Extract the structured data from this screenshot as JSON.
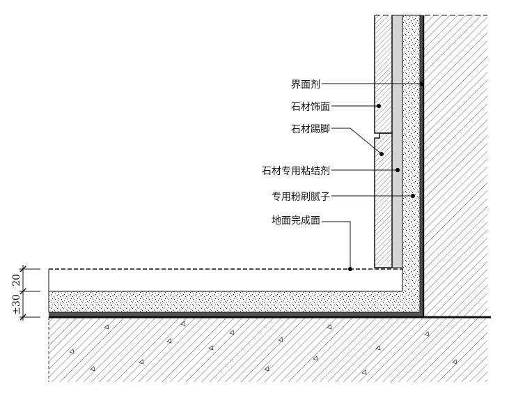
{
  "title": "石材踢脚构造详图",
  "labels": {
    "interface_agent": "界面剂",
    "stone_facing": "石材饰面",
    "stone_skirting": "石材踢脚",
    "stone_adhesive": "石材专用粘结剂",
    "plaster_putty": "专用粉刷腻子",
    "finished_floor": "地面完成面"
  },
  "dimensions": {
    "upper": "20",
    "lower": "±30"
  },
  "colors": {
    "line": "#111111",
    "adhesive": "#d4d4d4",
    "membrane": "#555555"
  }
}
